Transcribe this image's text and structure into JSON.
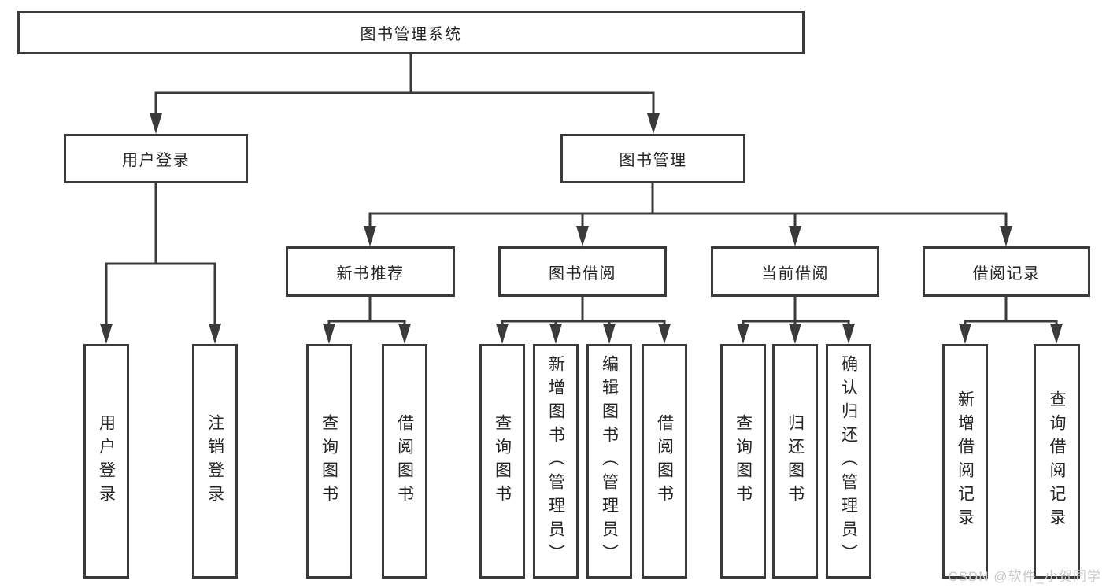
{
  "diagram": {
    "root": {
      "label": "图书管理系统"
    },
    "level2": [
      {
        "label": "用户登录",
        "children": [
          {
            "label": "用户登录"
          },
          {
            "label": "注销登录"
          }
        ]
      },
      {
        "label": "图书管理",
        "children": [
          {
            "label": "新书推荐",
            "children": [
              {
                "label": "查询图书"
              },
              {
                "label": "借阅图书"
              }
            ]
          },
          {
            "label": "图书借阅",
            "children": [
              {
                "label": "查询图书"
              },
              {
                "label": "新增图书（管理员）"
              },
              {
                "label": "编辑图书（管理员）"
              },
              {
                "label": "借阅图书"
              }
            ]
          },
          {
            "label": "当前借阅",
            "children": [
              {
                "label": "查询图书"
              },
              {
                "label": "归还图书"
              },
              {
                "label": "确认归还（管理员）"
              }
            ]
          },
          {
            "label": "借阅记录",
            "children": [
              {
                "label": "新增借阅记录"
              },
              {
                "label": "查询借阅记录"
              }
            ]
          }
        ]
      }
    ]
  },
  "watermark": {
    "text": "CSDN @软件_小贺同学"
  },
  "colors": {
    "line": "#3a3a3a",
    "text": "#262626",
    "background": "#ffffff",
    "watermark": "#c8c8c8"
  }
}
